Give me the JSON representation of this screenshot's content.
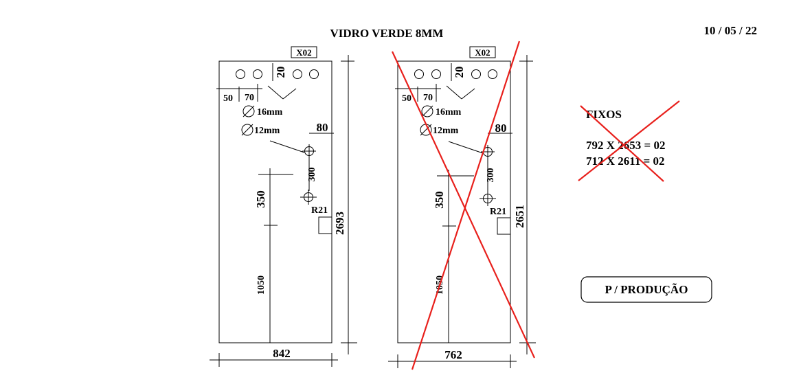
{
  "title": "VIDRO VERDE 8MM",
  "date": "10 / 05 / 22",
  "stamp": "P / PRODUÇÃO",
  "fixos": {
    "heading": "FIXOS",
    "lines": [
      "792 X 2653 = 02",
      "712 X 2611 = 02"
    ]
  },
  "panels": [
    {
      "tag": "X02",
      "width": "842",
      "height": "2693",
      "dim_top": "20",
      "dim_left": "50",
      "dim_spacing": "70",
      "hole_large": "16mm",
      "hole_small": "12mm",
      "dim_edge": "80",
      "dim_between": "300",
      "dim_lower": "350",
      "dim_bottom": "1050",
      "radius": "R21"
    },
    {
      "tag": "X02",
      "width": "762",
      "height": "2651",
      "dim_top": "20",
      "dim_left": "50",
      "dim_spacing": "70",
      "hole_large": "16mm",
      "hole_small": "12mm",
      "dim_edge": "80",
      "dim_between": "300",
      "dim_lower": "350",
      "dim_bottom": "1050",
      "radius": "R21"
    }
  ]
}
